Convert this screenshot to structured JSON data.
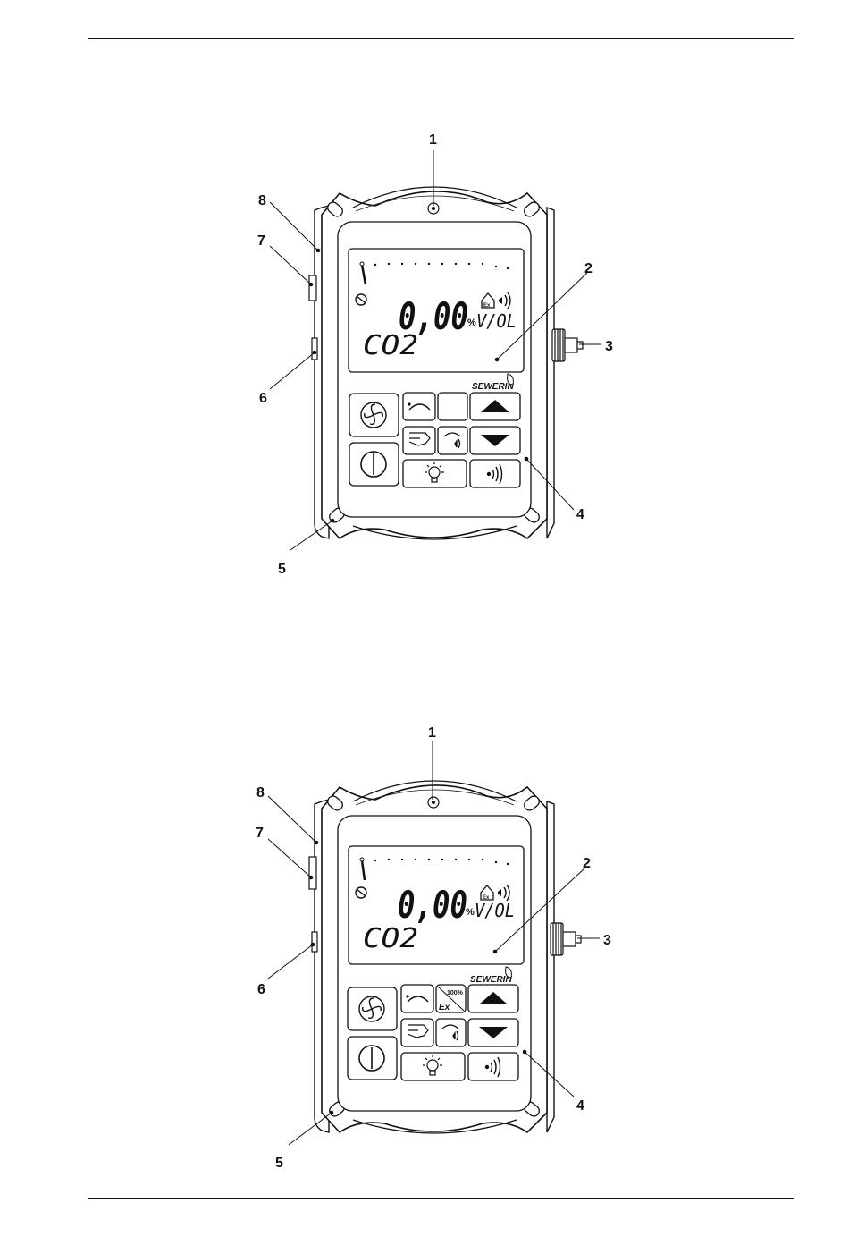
{
  "figures": [
    {
      "id": "top",
      "display": {
        "reading": "0,00",
        "unit": "%",
        "unit_suffix": "V/OL",
        "gas": "CO2",
        "brand": "SEWERIN"
      },
      "callouts": [
        "1",
        "2",
        "3",
        "4",
        "5",
        "6",
        "7",
        "8"
      ],
      "key_variant": "blank"
    },
    {
      "id": "bottom",
      "display": {
        "reading": "0,00",
        "unit": "%",
        "unit_suffix": "V/OL",
        "gas": "CO2",
        "brand": "SEWERIN"
      },
      "callouts": [
        "1",
        "2",
        "3",
        "4",
        "5",
        "6",
        "7",
        "8"
      ],
      "key_variant": "ex",
      "ex_key": {
        "top_label": "100%",
        "bottom_label": "Ex"
      }
    }
  ]
}
